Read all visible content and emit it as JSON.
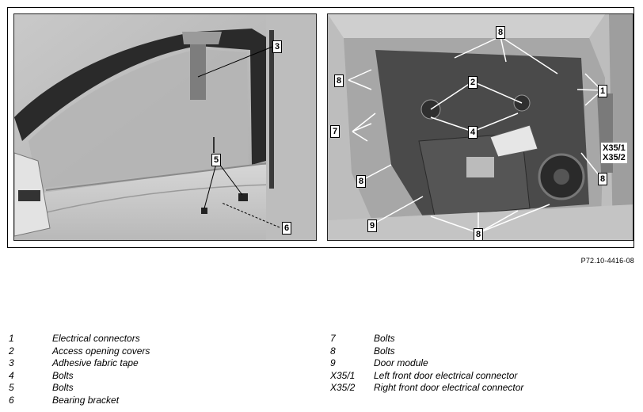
{
  "callouts_left": {
    "c3": "3",
    "c5": "5",
    "c6": "6"
  },
  "callouts_right": {
    "c8_top": "8",
    "c8_left_upper": "8",
    "c2": "2",
    "c1": "1",
    "c7": "7",
    "c4": "4",
    "c_x35_1": "X35/1",
    "c_x35_2": "X35/2",
    "c8_left_lower": "8",
    "c8_right": "8",
    "c9": "9",
    "c8_bottom": "8"
  },
  "figure_id": "P72.10-4416-08",
  "legend_left": [
    {
      "key": "1",
      "desc": "Electrical connectors"
    },
    {
      "key": "2",
      "desc": "Access opening covers"
    },
    {
      "key": "3",
      "desc": "Adhesive fabric tape"
    },
    {
      "key": "4",
      "desc": "Bolts"
    },
    {
      "key": "5",
      "desc": "Bolts"
    },
    {
      "key": "6",
      "desc": "Bearing bracket"
    }
  ],
  "legend_right": [
    {
      "key": "7",
      "desc": "Bolts"
    },
    {
      "key": "8",
      "desc": "Bolts"
    },
    {
      "key": "9",
      "desc": "Door module"
    },
    {
      "key": "X35/1",
      "desc": "Left front door electrical connector"
    },
    {
      "key": "X35/2",
      "desc": "Right front door electrical connector"
    }
  ]
}
